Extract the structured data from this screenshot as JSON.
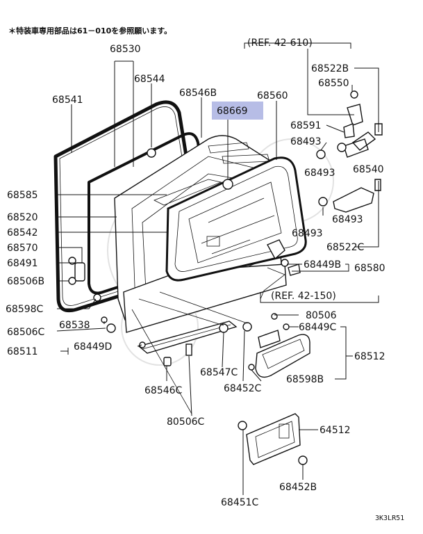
{
  "note": "＊特装車専用部品は61－010を参照願います。",
  "ref_top": "(REF.  42-610)",
  "ref_mid": "(REF.  42-150)",
  "diagram_code": "3K3LR51",
  "highlight_color": "#b7bde6",
  "labels": {
    "p68530": "68530",
    "p68544": "68544",
    "p68541": "68541",
    "p68546B": "68546B",
    "p68560": "68560",
    "p68669": "68669",
    "p68522B": "68522B",
    "p68550": "68550",
    "p68591": "68591",
    "p68493a": "68493",
    "p68493b": "68493",
    "p68540": "68540",
    "p68493c": "68493",
    "p68493d": "68493",
    "p68522C": "68522C",
    "p68585": "68585",
    "p68520": "68520",
    "p68542": "68542",
    "p68570": "68570",
    "p68491": "68491",
    "p68506B": "68506B",
    "p68449B": "68449B",
    "p68580": "68580",
    "p68598C": "68598C",
    "p80506a": "80506",
    "p68449Ca": "68449C",
    "p68538": "68538",
    "p68506C": "68506C",
    "p68511": "68511",
    "p68449D": "68449D",
    "p68512": "68512",
    "p68547C": "68547C",
    "p68598B": "68598B",
    "p68546C": "68546C",
    "p68452C": "68452C",
    "p80506C": "80506C",
    "p64512": "64512",
    "p68452B": "68452B",
    "p68451C": "68451C"
  }
}
